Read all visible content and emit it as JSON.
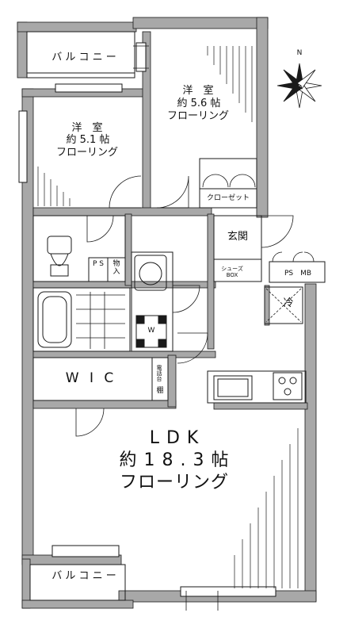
{
  "rooms": {
    "western_room_1": {
      "label": "洋　室",
      "area": "約 5.1 帖",
      "floor": "フローリング"
    },
    "western_room_2": {
      "label": "洋　室",
      "area": "約 5.6 帖",
      "floor": "フローリング"
    },
    "ldk": {
      "label": "L D K",
      "area": "約 1 8 . 3 帖",
      "floor": "フローリング"
    }
  },
  "spaces": {
    "balcony_top": "バ ル コ ニ ー",
    "balcony_bottom": "バ ル コ ニ ー",
    "closet": "クローゼット",
    "entrance": "玄関",
    "shoe_box": "シューズ BOX",
    "ps_left": "P S",
    "storage": "物 入",
    "ps_mb": "PS　MB",
    "refrigerator": "冷",
    "washer": "W",
    "wic": "W I C",
    "shelf": "棚",
    "cabinet": "電話台"
  },
  "compass": {
    "north": "N"
  },
  "colors": {
    "wall": "#a8a8a8",
    "line": "#1a1a1a",
    "paper": "#ffffff"
  }
}
